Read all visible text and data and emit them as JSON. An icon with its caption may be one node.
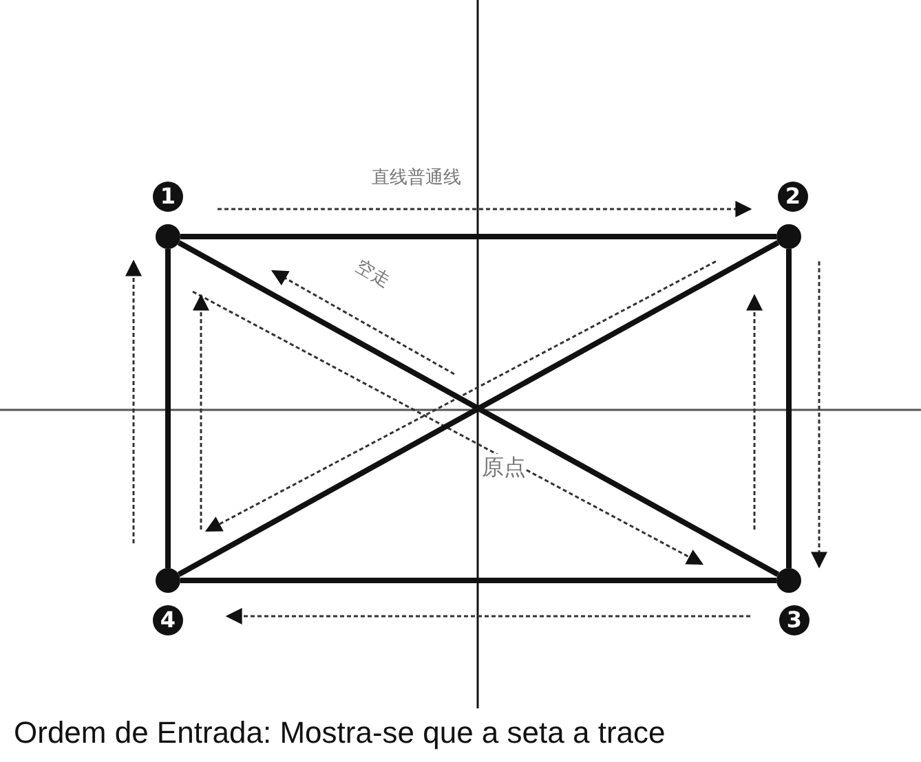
{
  "diagram": {
    "caption": "Ordem de Entrada: Mostra-se que a seta a trace",
    "nodes": [
      {
        "text": [],
        "shape": "circle",
        "beside": [
          "1"
        ]
      },
      {
        "text": [],
        "shape": "circle",
        "beside": [
          "2"
        ]
      },
      {
        "text": [],
        "shape": "circle",
        "beside": [
          "3"
        ]
      },
      {
        "text": [],
        "shape": "circle",
        "beside": [
          "4"
        ]
      }
    ],
    "edges": [
      {
        "from": 0,
        "to": 1,
        "arrow": "none"
      },
      {
        "from": 1,
        "to": 2,
        "arrow": "none"
      },
      {
        "from": 2,
        "to": 3,
        "arrow": "none"
      },
      {
        "from": 3,
        "to": 0,
        "arrow": "none"
      },
      {
        "from": 0,
        "to": 2,
        "arrow": "none"
      },
      {
        "from": 1,
        "to": 3,
        "arrow": "none"
      }
    ],
    "labels": [
      "直线普通线",
      "空走",
      "原点"
    ]
  }
}
